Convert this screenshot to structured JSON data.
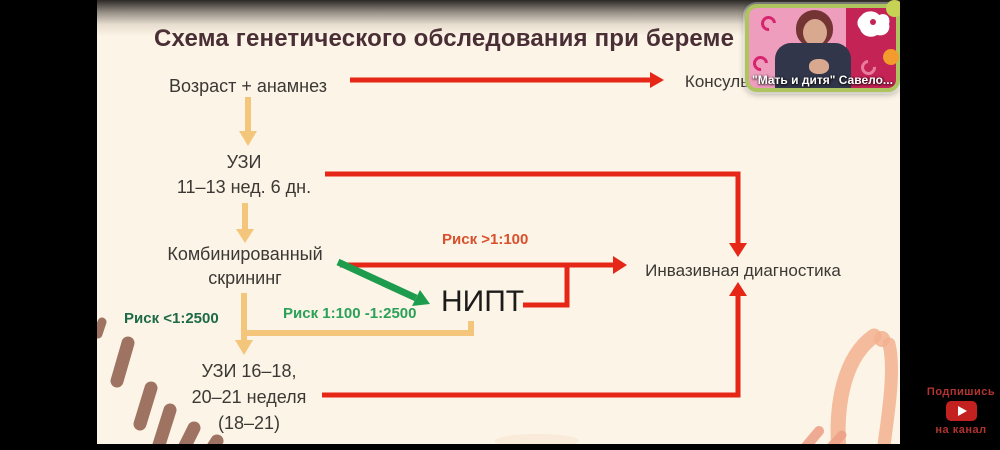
{
  "slide": {
    "title_visible": "Схема генетического обследования при береме",
    "nodes": {
      "age": "Возраст + анамнез",
      "consult_visible": "Консуль",
      "uzi1": [
        "УЗИ",
        "11–13 нед. 6 дн."
      ],
      "screening": [
        "Комбинированный",
        "скрининг"
      ],
      "nipt": "НИПТ",
      "invasive": "Инвазивная диагностика",
      "uzi2": [
        "УЗИ 16–18,",
        "20–21 неделя",
        "(18–21)"
      ]
    },
    "labels": {
      "risk_high": "Риск >1:100",
      "risk_mid": "Риск 1:100 -1:2500",
      "risk_low": "Риск <1:2500"
    },
    "colors": {
      "background": "#fcf4e6",
      "title": "#4a2e35",
      "text": "#3b3835",
      "arrow_red": "#e62617",
      "arrow_orange": "#f4c67c",
      "arrow_green": "#1e9c4e",
      "risk_high": "#d8502c",
      "risk_mid": "#2aa159",
      "risk_low": "#1d6a48",
      "decor_brown": "#9a6d5a",
      "decor_salmon": "#f2b08f"
    }
  },
  "webcam": {
    "caption": "\"Мать и дитя\" Савело...",
    "banner_color": "#c32355",
    "border_color": "#aec45f"
  },
  "subscribe": {
    "line1": "Подпишись",
    "line2": "на канал",
    "icon": "youtube-play"
  }
}
